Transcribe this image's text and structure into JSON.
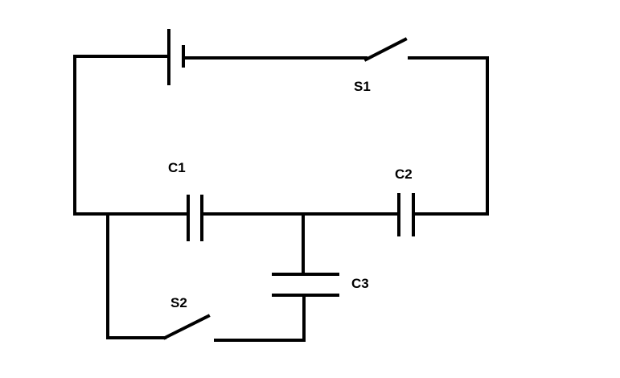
{
  "diagram": {
    "components": {
      "switch_1": {
        "label": "S1",
        "state": "open"
      },
      "switch_2": {
        "label": "S2",
        "state": "open"
      },
      "capacitor_1": {
        "label": "C1"
      },
      "capacitor_2": {
        "label": "C2"
      },
      "capacitor_3": {
        "label": "C3"
      }
    },
    "colors": {
      "wire": "#000000",
      "background": "#ffffff"
    }
  }
}
